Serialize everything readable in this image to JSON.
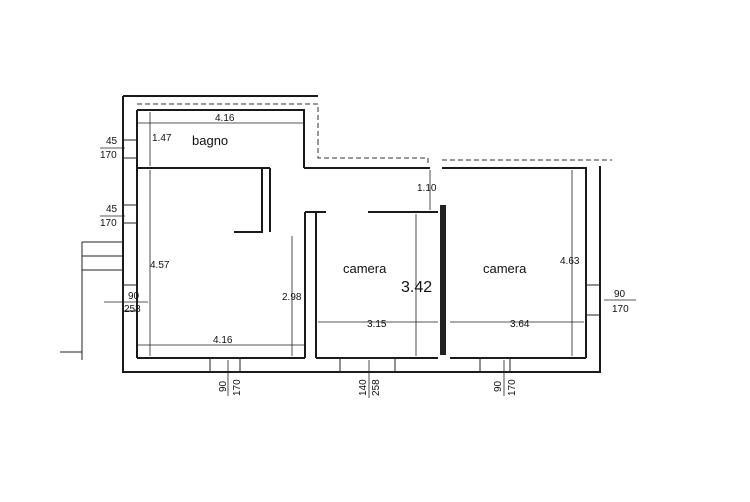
{
  "rooms": {
    "bathroom": "bagno",
    "bedroom_center": "camera",
    "bedroom_right": "camera"
  },
  "dimensions": {
    "bagno_width": "4.16",
    "bagno_depth": "1.47",
    "living_depth": "4.57",
    "living_width": "4.16",
    "interior_height": "2.98",
    "corridor": "1.10",
    "camera_center_width": "3.15",
    "camera_center_area": "3.42",
    "camera_right_width": "3.64",
    "camera_right_depth": "4.63"
  },
  "openings": {
    "left_upper": [
      "45",
      "170"
    ],
    "left_middle": [
      "45",
      "170"
    ],
    "left_lower": [
      "90",
      "258"
    ],
    "bottom_left": [
      "90",
      "170"
    ],
    "bottom_center": [
      "140",
      "258"
    ],
    "bottom_right": [
      "90",
      "170"
    ],
    "right": [
      "90",
      "170"
    ]
  }
}
